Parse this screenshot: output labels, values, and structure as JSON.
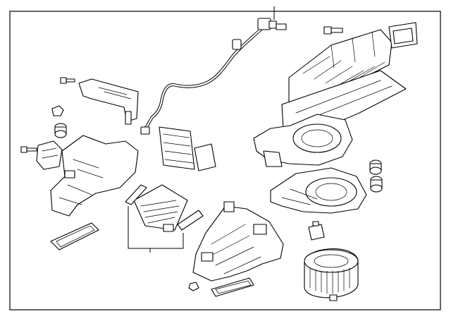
{
  "diagram": {
    "kind": "exploded-parts-illustration",
    "labels": [],
    "parts": [
      "wiring-harness",
      "blower-motor-resistor",
      "duct-upper",
      "duct-lower",
      "blower-housing-upper",
      "blower-housing-lower",
      "heater-case-left",
      "heater-case-center",
      "heater-core",
      "seal-gaskets",
      "actuators",
      "bolts-and-clips",
      "blower-motor-wheel"
    ]
  },
  "colors": {
    "line": "#000000",
    "background": "#ffffff"
  }
}
